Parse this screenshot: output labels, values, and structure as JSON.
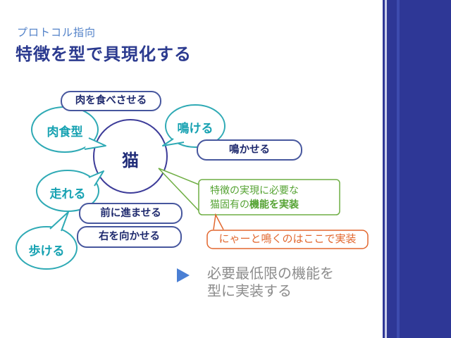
{
  "slide": {
    "eyebrow": "プロトコル指向",
    "title": "特徴を型で具現化する"
  },
  "diagram": {
    "center_label": "猫",
    "protocols": [
      {
        "label": "肉食型"
      },
      {
        "label": "鳴ける"
      },
      {
        "label": "走れる"
      },
      {
        "label": "歩ける"
      }
    ],
    "methods": [
      {
        "label": "肉を食べさせる"
      },
      {
        "label": "鳴かせる"
      },
      {
        "label": "前に進ませる"
      },
      {
        "label": "右を向かせる"
      }
    ],
    "green_note": {
      "line1": "特徴の実現に必要な",
      "line2_prefix": "猫固有の",
      "line2_bold": "機能を実装"
    },
    "orange_note": "にゃーと鳴くのはここで実装"
  },
  "bullet": {
    "line1": "必要最低限の機能を",
    "line2": "型に実装する"
  },
  "colors": {
    "title_blue": "#2B3A8F",
    "eyebrow_blue": "#5080C8",
    "teal": "#2FAAB5",
    "circle_indigo": "#3D3C99",
    "capsule_border": "#47579E",
    "navy_text": "#1F2A6E",
    "green": "#6FAE44",
    "orange": "#E2672E",
    "panel_blue": "#2E3796",
    "panel_stripe_light": "#C9CDE9",
    "panel_stripe_mid": "#3D4BAE",
    "bullet_blue": "#4A7FD4",
    "bullet_gray": "#8C8C8C"
  }
}
